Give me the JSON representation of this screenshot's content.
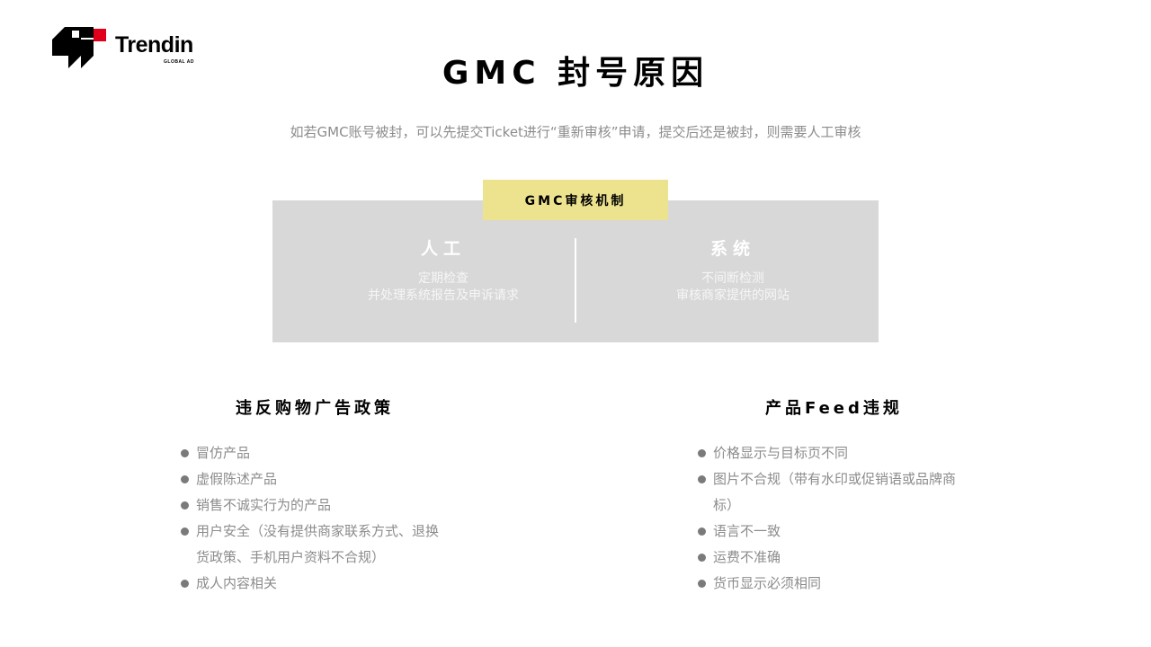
{
  "brand": {
    "name": "Trendin",
    "sub": "GLOBAL AD",
    "accent_color": "#e0001b"
  },
  "title": "GMC 封号原因",
  "subtitle": "如若GMC账号被封，可以先提交Ticket进行“重新审核”申请，提交后还是被封，则需要人工审核",
  "mechanism": {
    "tag": "GMC审核机制",
    "tag_color": "#ede38f",
    "box_color": "#d8d8d8",
    "manual": {
      "heading": "人工",
      "line1": "定期检查",
      "line2": "并处理系统报告及申诉请求"
    },
    "system": {
      "heading": "系统",
      "line1": "不间断检测",
      "line2": "审核商家提供的网站"
    }
  },
  "shopping_policy": {
    "title": "违反购物广告政策",
    "items": [
      "冒仿产品",
      "虚假陈述产品",
      "销售不诚实行为的产品",
      "用户安全（没有提供商家联系方式、退换货政策、手机用户资料不合规）",
      "成人内容相关"
    ]
  },
  "feed_violation": {
    "title": "产品Feed违规",
    "items": [
      "价格显示与目标页不同",
      "图片不合规（带有水印或促销语或品牌商标）",
      "语言不一致",
      "运费不准确",
      "货币显示必须相同"
    ]
  }
}
